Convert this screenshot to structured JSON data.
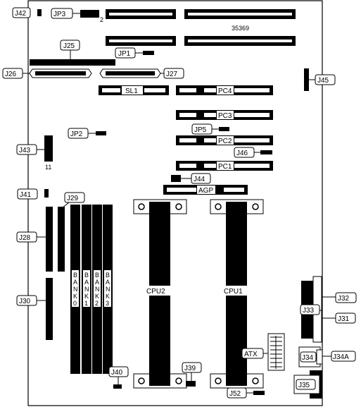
{
  "board_id": "35369",
  "connectors": {
    "j42": "J42",
    "jp3": "JP3",
    "jp3_pin": "2",
    "j25": "J25",
    "jp1": "JP1",
    "j26": "J26",
    "j27": "J27",
    "j45": "J45",
    "jp2": "JP2",
    "j43": "J43",
    "j43_pin": "11",
    "jp5": "JP5",
    "j46": "J46",
    "j44": "J44",
    "j41": "J41",
    "j29": "J29",
    "j28": "J28",
    "j30": "J30",
    "j40": "J40",
    "j39": "J39",
    "j52": "J52",
    "j32": "J32",
    "j33": "J33",
    "j31": "J31",
    "j34": "J34",
    "j34a": "J34A",
    "j35": "J35",
    "atx": "ATX"
  },
  "slots": {
    "sl1": "SL1",
    "pc4": "PC4",
    "pc3": "PC3",
    "pc2": "PC2",
    "pc1": "PC1",
    "agp": "AGP"
  },
  "cpus": {
    "cpu1": "CPU1",
    "cpu2": "CPU2"
  },
  "banks": [
    [
      "B",
      "A",
      "N",
      "K",
      "0"
    ],
    [
      "B",
      "A",
      "N",
      "K",
      "1"
    ],
    [
      "B",
      "A",
      "N",
      "K",
      "2"
    ],
    [
      "B",
      "A",
      "N",
      "K",
      "3"
    ]
  ]
}
